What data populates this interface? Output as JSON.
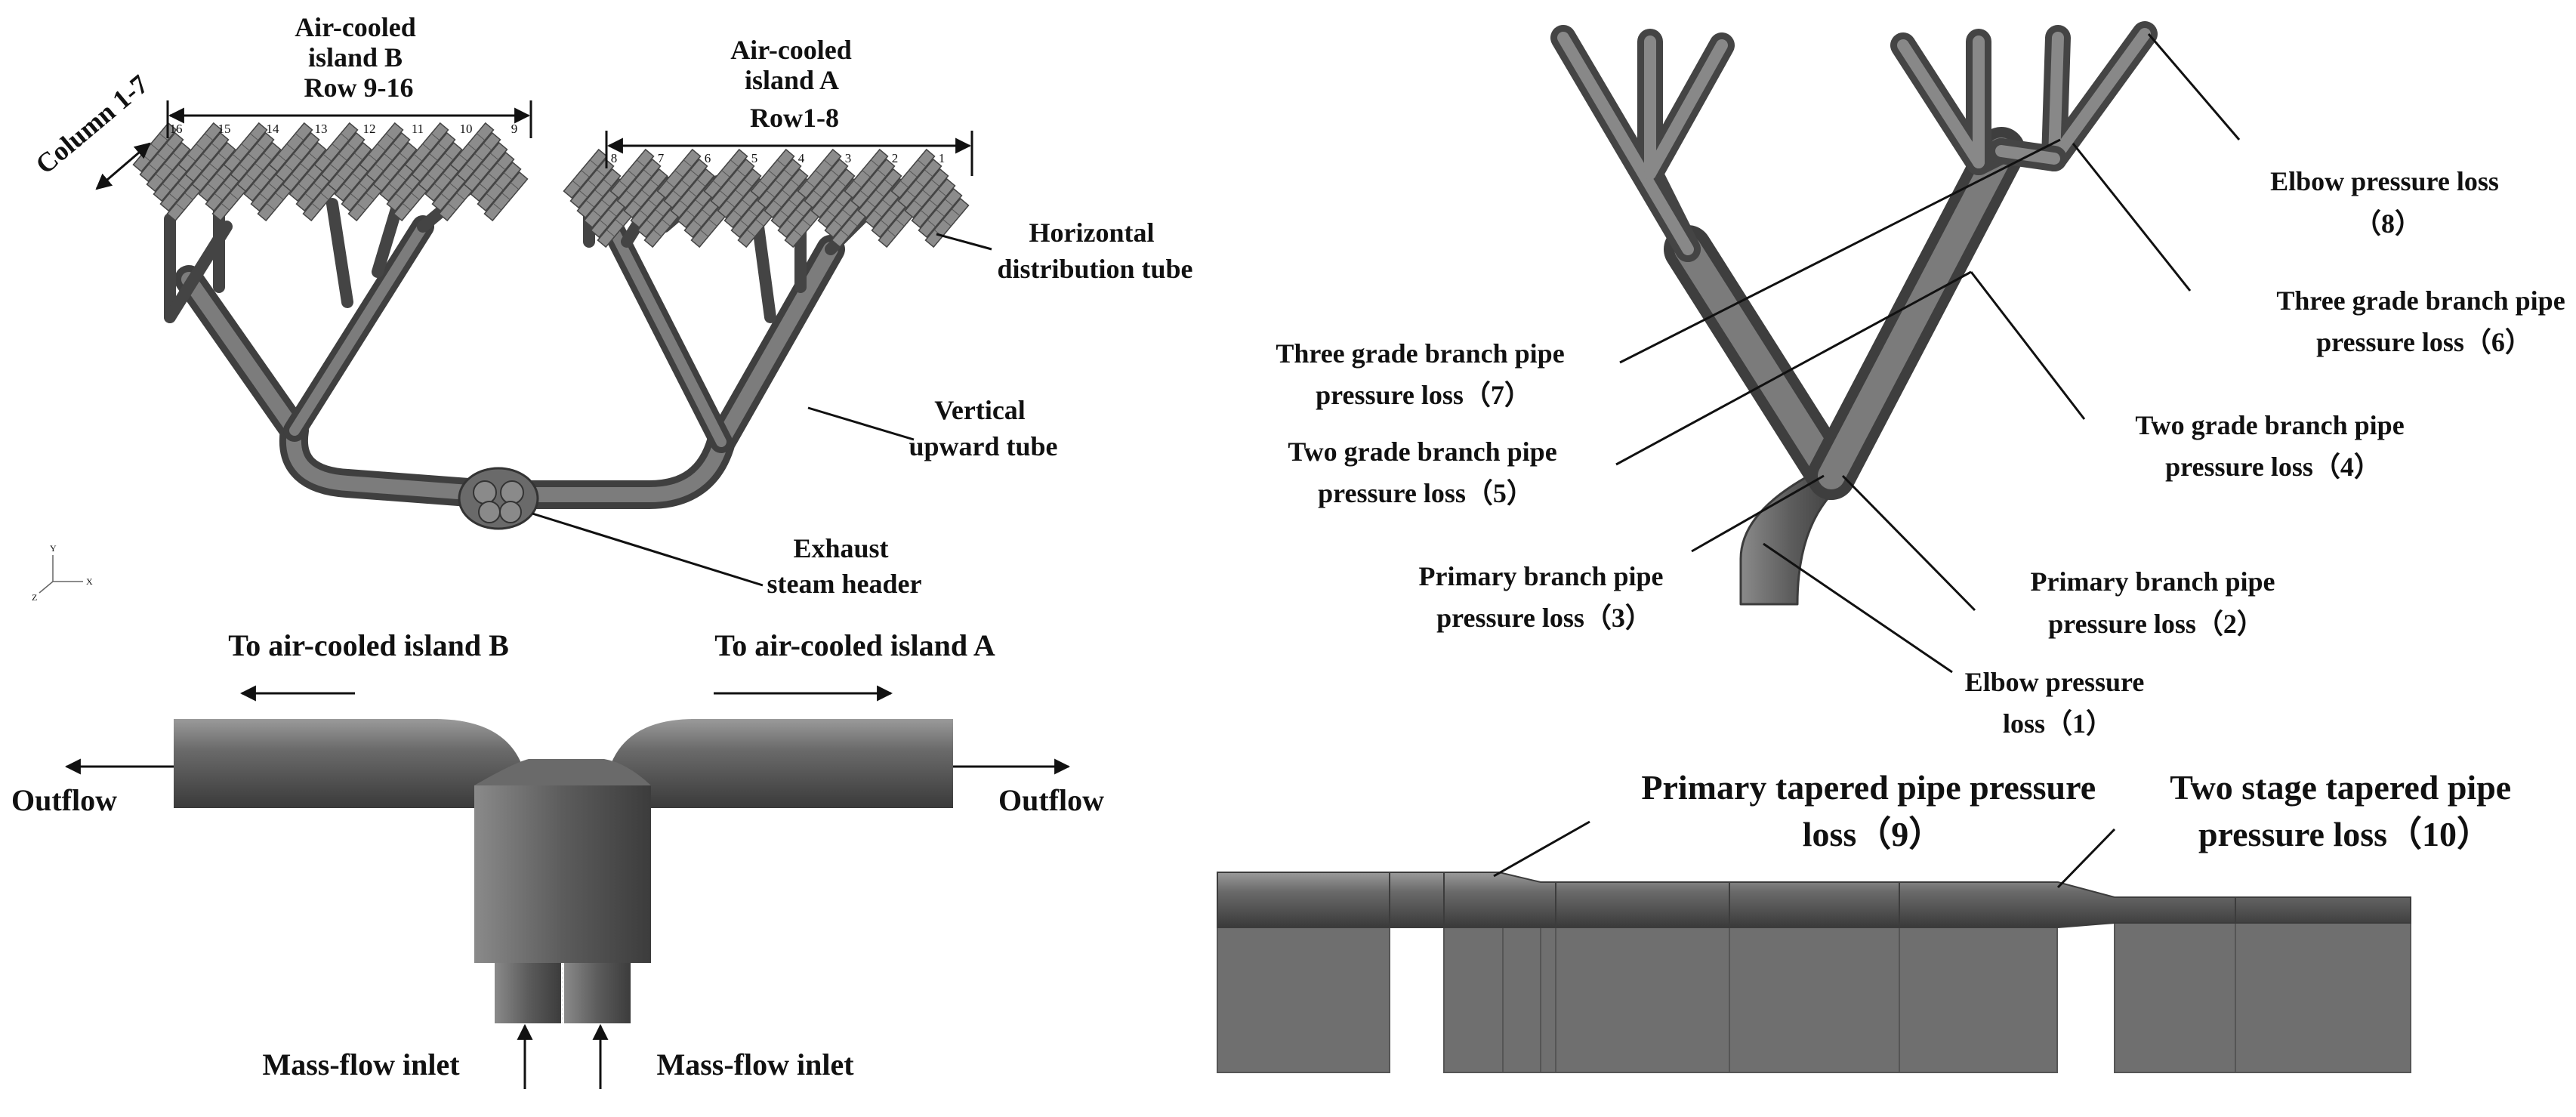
{
  "colors": {
    "pipe_dark": "#4f4f4f",
    "pipe_light": "#9c9c9c",
    "block": "#6f6f6f",
    "ink": "#111111"
  },
  "panels": {
    "island_model": {
      "label_island_b": [
        "Air-cooled",
        "island B",
        "Row 9-16"
      ],
      "label_island_a": [
        "Air-cooled",
        "island A",
        "Row1-8"
      ],
      "label_column": "Column 1-7",
      "label_horizontal_tube": [
        "Horizontal",
        "distribution tube"
      ],
      "label_vertical_tube": [
        "Vertical",
        "upward tube"
      ],
      "label_exhaust_header": [
        "Exhaust",
        "steam header"
      ],
      "row_numbers_b": [
        "16",
        "15",
        "14",
        "13",
        "12",
        "11",
        "10",
        "9"
      ],
      "row_numbers_a": [
        "8",
        "7",
        "6",
        "5",
        "4",
        "3",
        "2",
        "1"
      ],
      "axis_triad": {
        "y": "Y",
        "z": "Z",
        "x": "X"
      }
    },
    "header_flow": {
      "label_to_b": "To air-cooled island B",
      "label_to_a": "To air-cooled island A",
      "label_outflow_left": "Outflow",
      "label_outflow_right": "Outflow",
      "label_inlet_left": "Mass-flow inlet",
      "label_inlet_right": "Mass-flow inlet"
    },
    "branch_losses": {
      "elbow_8": [
        "Elbow pressure loss",
        "（8）"
      ],
      "three_grade_6": [
        "Three grade branch pipe",
        "pressure loss（6）"
      ],
      "three_grade_7": [
        "Three grade branch pipe",
        "pressure loss（7）"
      ],
      "two_grade_5": [
        "Two grade branch pipe",
        "pressure loss（5）"
      ],
      "two_grade_4": [
        "Two grade branch pipe",
        "pressure loss（4）"
      ],
      "primary_3": [
        "Primary branch pipe",
        "pressure loss（3）"
      ],
      "primary_2": [
        "Primary branch pipe",
        "pressure loss（2）"
      ],
      "elbow_1": [
        "Elbow pressure",
        "loss（1）"
      ]
    },
    "tapered_losses": {
      "primary_9": [
        "Primary tapered pipe pressure",
        "loss（9）"
      ],
      "two_stage_10": [
        "Two stage tapered pipe",
        "pressure loss（10）"
      ]
    }
  }
}
